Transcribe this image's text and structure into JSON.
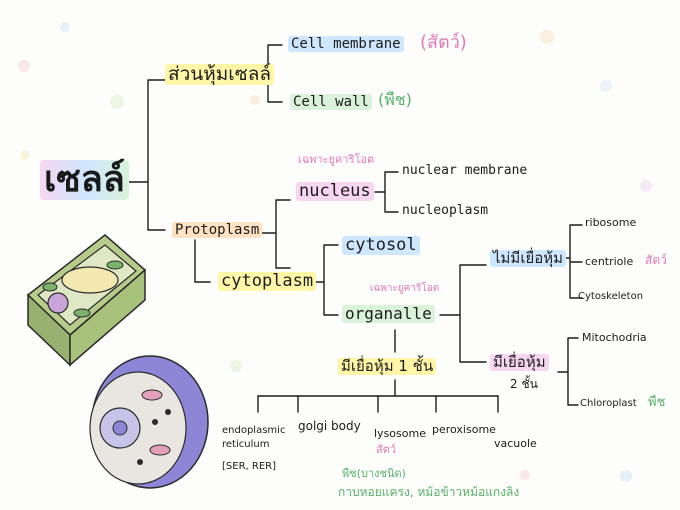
{
  "colors": {
    "ink": "#1c1c1c",
    "pink": "#e07ab8",
    "green": "#58b06a",
    "cell_green": "#a9c27b",
    "cell_purple": "#8d86d6",
    "cell_blue": "#aab9e6"
  },
  "root": {
    "label": "เซลล์"
  },
  "branch_1": {
    "label": "ส่วนหุ้มเซลล์",
    "items": [
      {
        "name": "Cell membrane",
        "note": "(สัตว์)"
      },
      {
        "name": "Cell wall",
        "note": "(พืช)"
      }
    ]
  },
  "protoplasm": {
    "label": "Protoplasm",
    "nucleus": {
      "label": "nucleus",
      "note": "เฉพาะยูคาริโอต",
      "children": [
        "nuclear membrane",
        "nucleoplasm"
      ]
    },
    "cytoplasm": {
      "label": "cytoplasm",
      "children": [
        "cytosol",
        "organalle"
      ],
      "organelle_note": "เฉพาะยูคาริโอต"
    }
  },
  "no_membrane": {
    "label": "ไม่มีเยื่อหุ้ม",
    "items": [
      "ribosome",
      "centriole",
      "Cytoskeleton"
    ],
    "centriole_note": "สัตว์"
  },
  "double_membrane": {
    "label_line1": "มีเยื่อหุ้ม",
    "label_line2": "2 ชั้น",
    "items": [
      "Mitochodria",
      "Chloroplast"
    ],
    "chloroplast_note": "พืช"
  },
  "single_membrane": {
    "label": "มีเยื่อหุ้ม 1 ชั้น",
    "items": [
      {
        "name": "endoplasmic reticulum",
        "sub": "[SER, RER]"
      },
      {
        "name": "golgi body"
      },
      {
        "name": "lysosome",
        "note": "สัตว์"
      },
      {
        "name": "peroxisome"
      },
      {
        "name": "vacuole"
      }
    ],
    "vacuole_note_title": "พืช(บางชนิด)",
    "vacuole_note_body": "กาบหอยแครง, หม้อข้าวหม้อแกงลิง"
  }
}
